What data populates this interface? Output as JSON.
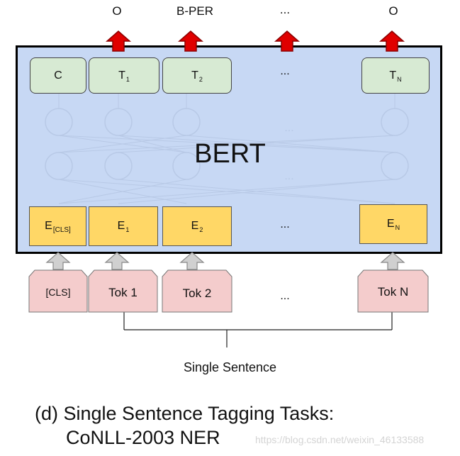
{
  "outputs": [
    "O",
    "B-PER",
    "...",
    "O"
  ],
  "model_name": "BERT",
  "t_row": {
    "c": "C",
    "t1": "T",
    "t1_sub": "1",
    "t2": "T",
    "t2_sub": "2",
    "dots": "...",
    "tn": "T",
    "tn_sub": "N"
  },
  "e_row": {
    "ecls": "E",
    "ecls_sub": "[CLS]",
    "e1": "E",
    "e1_sub": "1",
    "e2": "E",
    "e2_sub": "2",
    "dots": "...",
    "en": "E",
    "en_sub": "N"
  },
  "tokens": {
    "cls": "[CLS]",
    "tok1": "Tok 1",
    "tok2": "Tok 2",
    "dots": "...",
    "tokn": "Tok N"
  },
  "hidden_dots": "...",
  "sentence_label": "Single Sentence",
  "caption": {
    "line1": "(d) Single Sentence Tagging Tasks:",
    "line2": "CoNLL-2003 NER"
  },
  "watermark": "https://blog.csdn.net/weixin_46133588",
  "colors": {
    "bert_bg": "#c7d8f4",
    "t_box": "#d7ead3",
    "e_box": "#ffd766",
    "tok_box": "#f4cccc",
    "output_arrow": "#e00000",
    "input_arrow": "#cccccc"
  }
}
